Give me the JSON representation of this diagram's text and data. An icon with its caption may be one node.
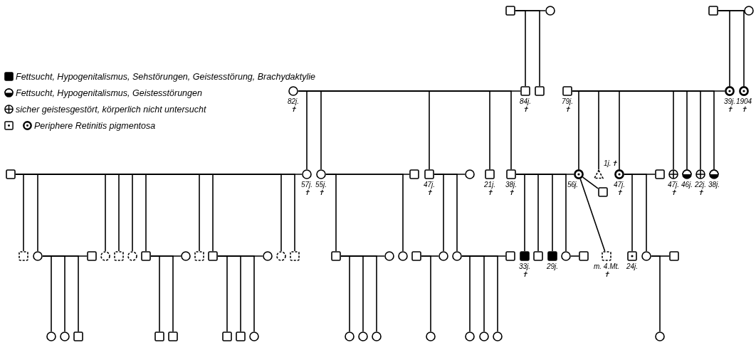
{
  "diagram": {
    "nodes": [
      {
        "text": [],
        "shape": "box"
      },
      {
        "text": [],
        "shape": "circle"
      },
      {
        "text": [],
        "shape": "box"
      },
      {
        "text": [],
        "shape": "circle"
      },
      {
        "text": [],
        "shape": "circle",
        "beside": [
          "82j.",
          "✝"
        ]
      },
      {
        "text": [],
        "shape": "box",
        "beside": [
          "84j.",
          "✝"
        ]
      },
      {
        "text": [],
        "shape": "box"
      },
      {
        "text": [],
        "shape": "box",
        "beside": [
          "79j.",
          "✝"
        ]
      },
      {
        "text": [],
        "shape": "circle",
        "beside": [
          "39j.",
          "✝"
        ]
      },
      {
        "text": [],
        "shape": "circle",
        "beside": [
          "1904",
          "✝"
        ]
      },
      {
        "text": [],
        "shape": "box"
      },
      {
        "text": [],
        "shape": "circle",
        "beside": [
          "57j.",
          "✝"
        ]
      },
      {
        "text": [],
        "shape": "circle",
        "beside": [
          "55j.",
          "✝"
        ]
      },
      {
        "text": [],
        "shape": "box"
      },
      {
        "text": [],
        "shape": "box",
        "beside": [
          "47j.",
          "✝"
        ]
      },
      {
        "text": [],
        "shape": "circle"
      },
      {
        "text": [],
        "shape": "box",
        "beside": [
          "21j.",
          "✝"
        ]
      },
      {
        "text": [],
        "shape": "box",
        "beside": [
          "38j.",
          "✝"
        ]
      },
      {
        "text": [],
        "shape": "circle",
        "beside": [
          "56j."
        ]
      },
      {
        "text": [],
        "shape": "triangle",
        "beside": [
          "1j.✝"
        ]
      },
      {
        "text": [],
        "shape": "circle",
        "beside": [
          "47j.",
          "✝"
        ]
      },
      {
        "text": [],
        "shape": "box"
      },
      {
        "text": [],
        "shape": "circle",
        "beside": [
          "47j.",
          "✝"
        ]
      },
      {
        "text": [],
        "shape": "circle",
        "beside": [
          "46j."
        ]
      },
      {
        "text": [],
        "shape": "circle",
        "beside": [
          "22j.",
          "✝"
        ]
      },
      {
        "text": [],
        "shape": "circle",
        "beside": [
          "38j."
        ]
      },
      {
        "text": [],
        "shape": "box"
      },
      {
        "text": [],
        "shape": "box"
      },
      {
        "text": [],
        "shape": "circle"
      },
      {
        "text": [],
        "shape": "box"
      },
      {
        "text": [],
        "shape": "circle"
      },
      {
        "text": [],
        "shape": "box"
      },
      {
        "text": [],
        "shape": "circle"
      },
      {
        "text": [],
        "shape": "box"
      },
      {
        "text": [],
        "shape": "circle"
      },
      {
        "text": [],
        "shape": "box"
      },
      {
        "text": [],
        "shape": "box"
      },
      {
        "text": [],
        "shape": "circle"
      },
      {
        "text": [],
        "shape": "circle"
      },
      {
        "text": [],
        "shape": "box"
      },
      {
        "text": [],
        "shape": "box"
      },
      {
        "text": [],
        "shape": "circle"
      },
      {
        "text": [],
        "shape": "circle"
      },
      {
        "text": [],
        "shape": "box"
      },
      {
        "text": [],
        "shape": "circle"
      },
      {
        "text": [],
        "shape": "circle"
      },
      {
        "text": [],
        "shape": "box"
      },
      {
        "text": [],
        "shape": "box",
        "beside": [
          "33j.",
          "✝"
        ]
      },
      {
        "text": [],
        "shape": "box"
      },
      {
        "text": [],
        "shape": "box",
        "beside": [
          "29j."
        ]
      },
      {
        "text": [],
        "shape": "circle"
      },
      {
        "text": [],
        "shape": "box"
      },
      {
        "text": [],
        "shape": "box",
        "beside": [
          "m. 4.Mt.",
          "✝"
        ]
      },
      {
        "text": [],
        "shape": "box",
        "beside": [
          "24j."
        ]
      },
      {
        "text": [],
        "shape": "circle"
      },
      {
        "text": [],
        "shape": "box"
      },
      {
        "text": [],
        "shape": "circle"
      },
      {
        "text": [],
        "shape": "circle"
      },
      {
        "text": [],
        "shape": "box"
      },
      {
        "text": [],
        "shape": "box"
      },
      {
        "text": [],
        "shape": "box"
      },
      {
        "text": [],
        "shape": "box"
      },
      {
        "text": [],
        "shape": "box"
      },
      {
        "text": [],
        "shape": "circle"
      },
      {
        "text": [],
        "shape": "circle"
      },
      {
        "text": [],
        "shape": "circle"
      },
      {
        "text": [],
        "shape": "circle"
      },
      {
        "text": [],
        "shape": "circle"
      },
      {
        "text": [],
        "shape": "circle"
      },
      {
        "text": [],
        "shape": "circle"
      },
      {
        "text": [],
        "shape": "circle"
      },
      {
        "text": [],
        "shape": "circle"
      }
    ],
    "edges": [
      {
        "from": 0,
        "to": 1,
        "arrow": "none"
      },
      {
        "from": 0,
        "to": 5,
        "arrow": "none"
      },
      {
        "from": 0,
        "to": 6,
        "arrow": "none"
      },
      {
        "from": 2,
        "to": 3,
        "arrow": "none"
      },
      {
        "from": 2,
        "to": 8,
        "arrow": "none"
      },
      {
        "from": 2,
        "to": 9,
        "arrow": "none"
      },
      {
        "from": 4,
        "to": 5,
        "arrow": "none"
      },
      {
        "from": 4,
        "to": 11,
        "arrow": "none"
      },
      {
        "from": 4,
        "to": 12,
        "arrow": "none"
      },
      {
        "from": 4,
        "to": 14,
        "arrow": "none"
      },
      {
        "from": 4,
        "to": 16,
        "arrow": "none"
      },
      {
        "from": 4,
        "to": 17,
        "arrow": "none"
      },
      {
        "from": 7,
        "to": 8,
        "arrow": "none"
      },
      {
        "from": 7,
        "to": 18,
        "arrow": "none"
      },
      {
        "from": 7,
        "to": 19,
        "arrow": "none"
      },
      {
        "from": 7,
        "to": 20,
        "arrow": "none"
      },
      {
        "from": 7,
        "to": 22,
        "arrow": "none"
      },
      {
        "from": 7,
        "to": 23,
        "arrow": "none"
      },
      {
        "from": 7,
        "to": 24,
        "arrow": "none"
      },
      {
        "from": 7,
        "to": 25,
        "arrow": "none"
      },
      {
        "from": 10,
        "to": 11,
        "arrow": "none"
      },
      {
        "from": 10,
        "to": 27,
        "arrow": "none"
      },
      {
        "from": 10,
        "to": 28,
        "arrow": "none"
      },
      {
        "from": 10,
        "to": 30,
        "arrow": "none"
      },
      {
        "from": 10,
        "to": 31,
        "arrow": "none"
      },
      {
        "from": 10,
        "to": 32,
        "arrow": "none"
      },
      {
        "from": 10,
        "to": 33,
        "arrow": "none"
      },
      {
        "from": 10,
        "to": 35,
        "arrow": "none"
      },
      {
        "from": 10,
        "to": 36,
        "arrow": "none"
      },
      {
        "from": 10,
        "to": 38,
        "arrow": "none"
      },
      {
        "from": 10,
        "to": 39,
        "arrow": "none"
      },
      {
        "from": 12,
        "to": 13,
        "arrow": "none"
      },
      {
        "from": 12,
        "to": 40,
        "arrow": "none"
      },
      {
        "from": 12,
        "to": 42,
        "arrow": "none"
      },
      {
        "from": 14,
        "to": 15,
        "arrow": "none"
      },
      {
        "from": 14,
        "to": 44,
        "arrow": "none"
      },
      {
        "from": 14,
        "to": 45,
        "arrow": "none"
      },
      {
        "from": 17,
        "to": 18,
        "arrow": "none"
      },
      {
        "from": 17,
        "to": 47,
        "arrow": "none"
      },
      {
        "from": 17,
        "to": 48,
        "arrow": "none"
      },
      {
        "from": 17,
        "to": 49,
        "arrow": "none"
      },
      {
        "from": 17,
        "to": 50,
        "arrow": "none"
      },
      {
        "from": 18,
        "to": 26,
        "arrow": "none"
      },
      {
        "from": 18,
        "to": 52,
        "arrow": "none"
      },
      {
        "from": 20,
        "to": 21,
        "arrow": "none"
      },
      {
        "from": 20,
        "to": 53,
        "arrow": "none"
      },
      {
        "from": 20,
        "to": 54,
        "arrow": "none"
      },
      {
        "from": 28,
        "to": 29,
        "arrow": "none"
      },
      {
        "from": 28,
        "to": 56,
        "arrow": "none"
      },
      {
        "from": 28,
        "to": 57,
        "arrow": "none"
      },
      {
        "from": 28,
        "to": 58,
        "arrow": "none"
      },
      {
        "from": 33,
        "to": 34,
        "arrow": "none"
      },
      {
        "from": 33,
        "to": 59,
        "arrow": "none"
      },
      {
        "from": 33,
        "to": 60,
        "arrow": "none"
      },
      {
        "from": 36,
        "to": 37,
        "arrow": "none"
      },
      {
        "from": 36,
        "to": 61,
        "arrow": "none"
      },
      {
        "from": 36,
        "to": 62,
        "arrow": "none"
      },
      {
        "from": 36,
        "to": 63,
        "arrow": "none"
      },
      {
        "from": 40,
        "to": 41,
        "arrow": "none"
      },
      {
        "from": 40,
        "to": 64,
        "arrow": "none"
      },
      {
        "from": 40,
        "to": 65,
        "arrow": "none"
      },
      {
        "from": 40,
        "to": 66,
        "arrow": "none"
      },
      {
        "from": 43,
        "to": 44,
        "arrow": "none"
      },
      {
        "from": 43,
        "to": 67,
        "arrow": "none"
      },
      {
        "from": 45,
        "to": 46,
        "arrow": "none"
      },
      {
        "from": 45,
        "to": 68,
        "arrow": "none"
      },
      {
        "from": 45,
        "to": 69,
        "arrow": "none"
      },
      {
        "from": 45,
        "to": 70,
        "arrow": "none"
      },
      {
        "from": 50,
        "to": 51,
        "arrow": "none"
      },
      {
        "from": 54,
        "to": 55,
        "arrow": "none"
      },
      {
        "from": 54,
        "to": 71,
        "arrow": "none"
      }
    ],
    "legend": [
      {
        "text": "Fettsucht, Hypogenitalismus, Sehstörungen, Geistesstörung, Brachydaktylie"
      },
      {
        "text": "Fettsucht, Hypogenitalismus, Geistesstörungen"
      },
      {
        "text": "sicher geistesgestört, körperlich nicht untersucht"
      },
      {
        "text": "Periphere Retinitis pigmentosa"
      }
    ]
  }
}
